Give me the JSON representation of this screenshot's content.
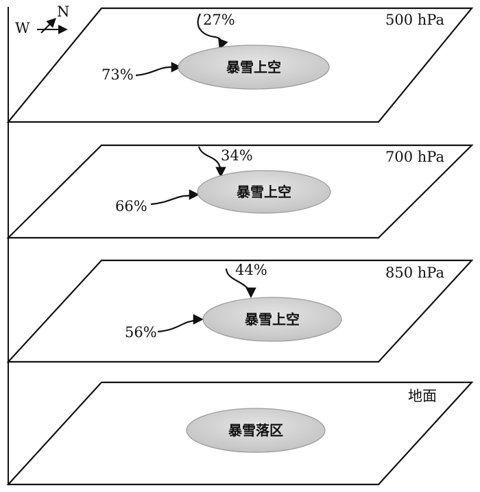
{
  "compass": {
    "west": "W",
    "north": "N"
  },
  "levels": [
    {
      "pressure": "500 hPa",
      "region": "暴雪上空",
      "top_pct": "27%",
      "side_pct": "73%"
    },
    {
      "pressure": "700 hPa",
      "region": "暴雪上空",
      "top_pct": "34%",
      "side_pct": "66%"
    },
    {
      "pressure": "850 hPa",
      "region": "暴雪上空",
      "top_pct": "44%",
      "side_pct": "56%"
    },
    {
      "pressure": "地面",
      "region": "暴雪落区"
    }
  ]
}
